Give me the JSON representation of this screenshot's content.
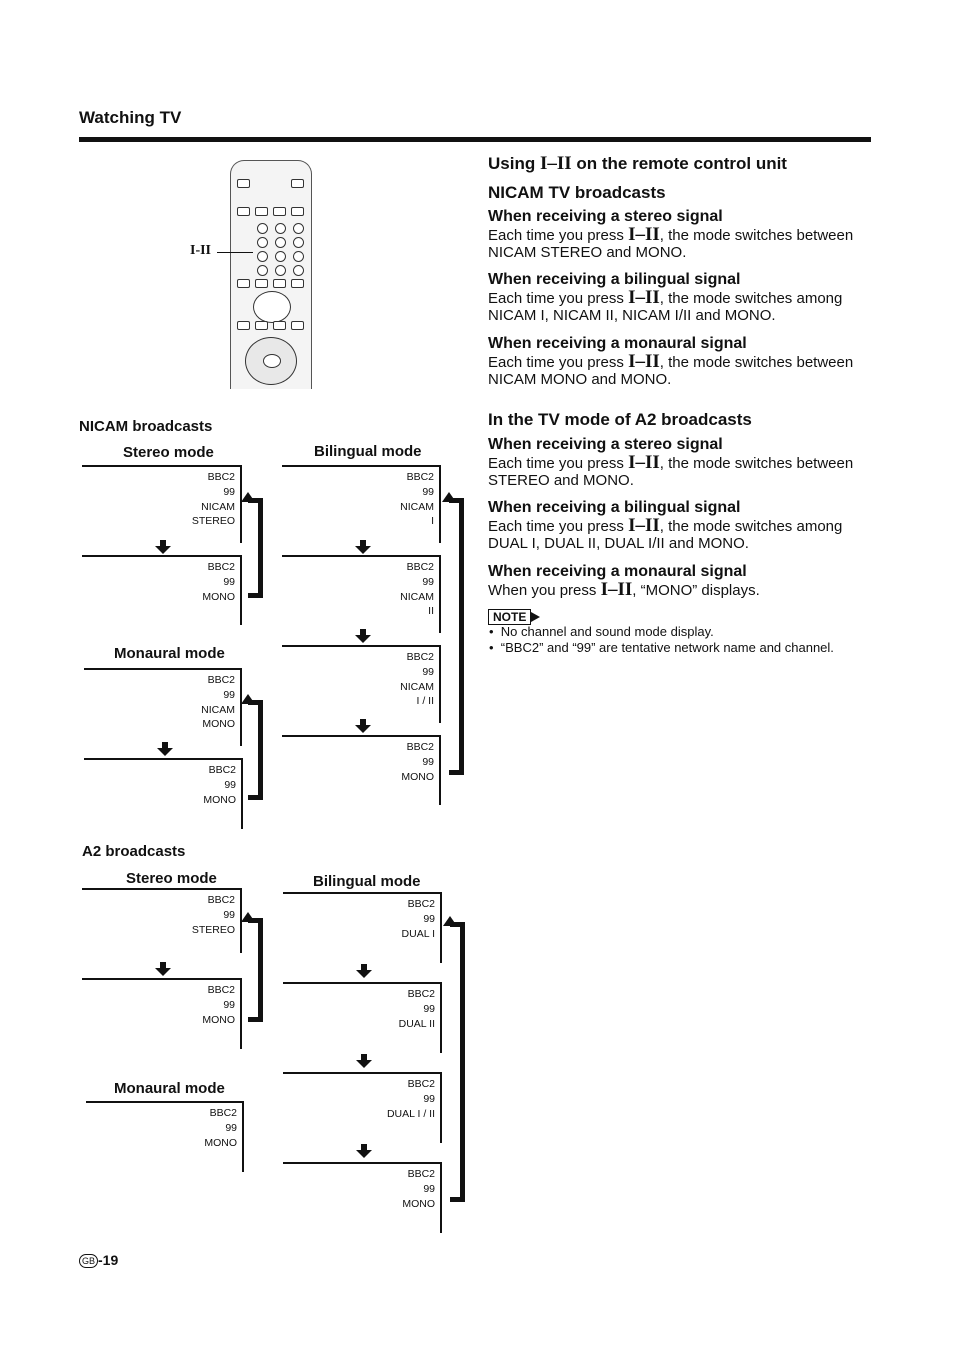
{
  "header": {
    "section_title": "Watching TV",
    "page_number": "-19",
    "region_badge": "GB"
  },
  "remote": {
    "callout_label": "I-II"
  },
  "right": {
    "title_pre": "Using ",
    "title_sym": "I–II",
    "title_post": " on the remote control unit",
    "nicam_heading": "NICAM TV broadcasts",
    "a2_heading": "In the TV mode of A2 broadcasts",
    "press_sym": "I–II",
    "nicam_items": [
      {
        "heading": "When receiving a stereo signal",
        "pre": "Each time you press ",
        "post": ", the mode switches between",
        "line2": "NICAM STEREO and MONO."
      },
      {
        "heading": "When receiving a bilingual signal",
        "pre": "Each time you press ",
        "post": ", the mode switches among",
        "line2": "NICAM I, NICAM II, NICAM I/II and MONO."
      },
      {
        "heading": "When receiving a monaural signal",
        "pre": "Each time you press ",
        "post": ", the mode switches between",
        "line2": "NICAM MONO and MONO."
      }
    ],
    "a2_items": [
      {
        "heading": "When receiving a stereo signal",
        "pre": "Each time you press ",
        "post": ", the mode switches between",
        "line2": "STEREO and MONO."
      },
      {
        "heading": "When receiving a bilingual signal",
        "pre": "Each time you press ",
        "post": ", the mode switches among",
        "line2": "DUAL I, DUAL II, DUAL I/II and MONO."
      },
      {
        "heading": "When receiving a monaural signal",
        "pre": "When you press ",
        "post": ", “MONO” displays.",
        "line2": ""
      }
    ],
    "note_label": "NOTE",
    "notes": [
      "No channel and sound mode display.",
      "“BBC2” and “99” are tentative network name and channel."
    ]
  },
  "left": {
    "nicam_title": "NICAM broadcasts",
    "a2_title": "A2 broadcasts",
    "stereo_mode": "Stereo mode",
    "bilingual_mode": "Bilingual mode",
    "monaural_mode": "Monaural mode",
    "screens": {
      "nicam_stereo": [
        [
          "BBC2",
          "99",
          "NICAM",
          "STEREO"
        ],
        [
          "BBC2",
          "99",
          "MONO"
        ]
      ],
      "nicam_bilingual": [
        [
          "BBC2",
          "99",
          "NICAM",
          "I"
        ],
        [
          "BBC2",
          "99",
          "NICAM",
          "II"
        ],
        [
          "BBC2",
          "99",
          "NICAM",
          "I / II"
        ],
        [
          "BBC2",
          "99",
          "MONO"
        ]
      ],
      "nicam_monaural": [
        [
          "BBC2",
          "99",
          "NICAM",
          "MONO"
        ],
        [
          "BBC2",
          "99",
          "MONO"
        ]
      ],
      "a2_stereo": [
        [
          "BBC2",
          "99",
          "STEREO"
        ],
        [
          "BBC2",
          "99",
          "MONO"
        ]
      ],
      "a2_bilingual": [
        [
          "BBC2",
          "99",
          "DUAL I"
        ],
        [
          "BBC2",
          "99",
          "DUAL II"
        ],
        [
          "BBC2",
          "99",
          "DUAL I / II"
        ],
        [
          "BBC2",
          "99",
          "MONO"
        ]
      ],
      "a2_monaural": [
        [
          "BBC2",
          "99",
          "MONO"
        ]
      ]
    }
  }
}
